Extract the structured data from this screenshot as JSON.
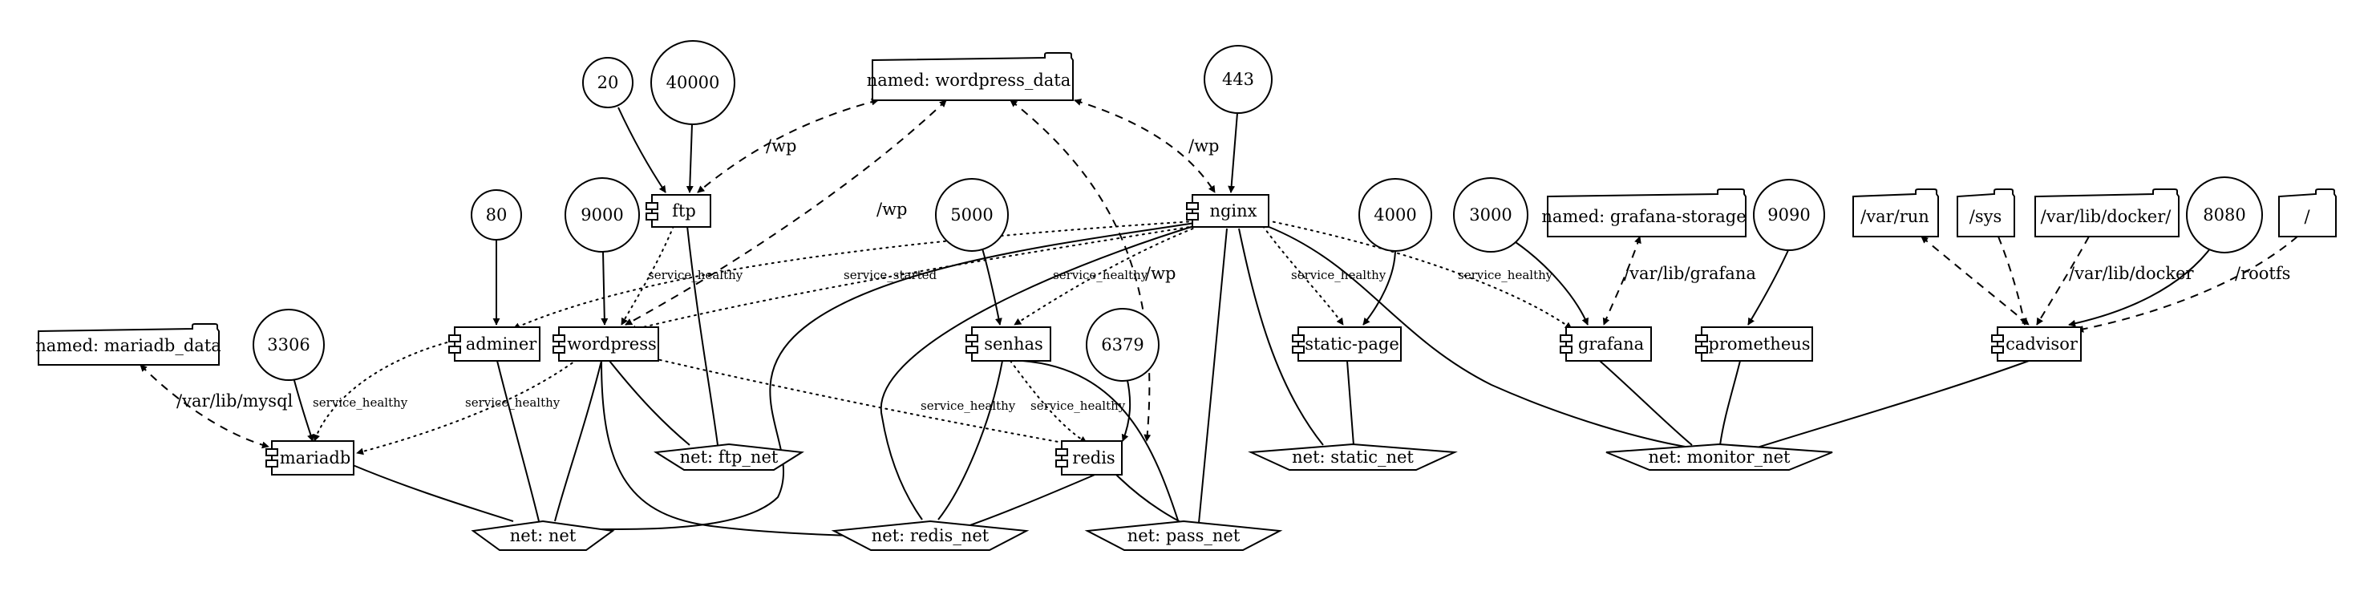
{
  "nodes": {
    "wordpress_data": "named: wordpress_data",
    "p20": "20",
    "p40000": "40000",
    "p443": "443",
    "p80": "80",
    "p9000": "9000",
    "p5000": "5000",
    "p4000": "4000",
    "p3000": "3000",
    "grafana_storage": "named: grafana-storage",
    "p9090": "9090",
    "var_run": "/var/run",
    "sys": "/sys",
    "var_lib_docker": "/var/lib/docker/",
    "p8080": "8080",
    "root": "/",
    "ftp": "ftp",
    "nginx": "nginx",
    "mariadb_data": "named: mariadb_data",
    "p3306": "3306",
    "adminer": "adminer",
    "wordpress": "wordpress",
    "senhas": "senhas",
    "p6379": "6379",
    "static_page": "static-page",
    "grafana": "grafana",
    "prometheus": "prometheus",
    "cadvisor": "cadvisor",
    "mariadb": "mariadb",
    "redis": "redis",
    "net_ftp": "net: ftp_net",
    "net_static": "net: static_net",
    "net_monitor": "net: monitor_net",
    "net_net": "net: net",
    "net_redis": "net: redis_net",
    "net_pass": "net: pass_net"
  },
  "edge_labels": {
    "wp_ftp": "/wp",
    "wp_nginx": "/wp",
    "wp_wordpress": "/wp",
    "wp_redis": "/wp",
    "grafana_mount": "/var/lib/grafana",
    "docker_mount": "/var/lib/docker",
    "rootfs_mount": "/rootfs",
    "mysql_mount": "/var/lib/mysql",
    "sh_ftp_wp": "service_healthy",
    "ss_nginx_wp": "service_started",
    "sh_nginx_senhas": "service_healthy",
    "sh_nginx_static": "service_healthy",
    "sh_nginx_grafana": "service_healthy",
    "sh_adminer_mariadb": "service_healthy",
    "sh_wp_mariadb": "service_healthy",
    "sh_wp_redis": "service_healthy",
    "sh_senhas_redis": "service_healthy"
  }
}
